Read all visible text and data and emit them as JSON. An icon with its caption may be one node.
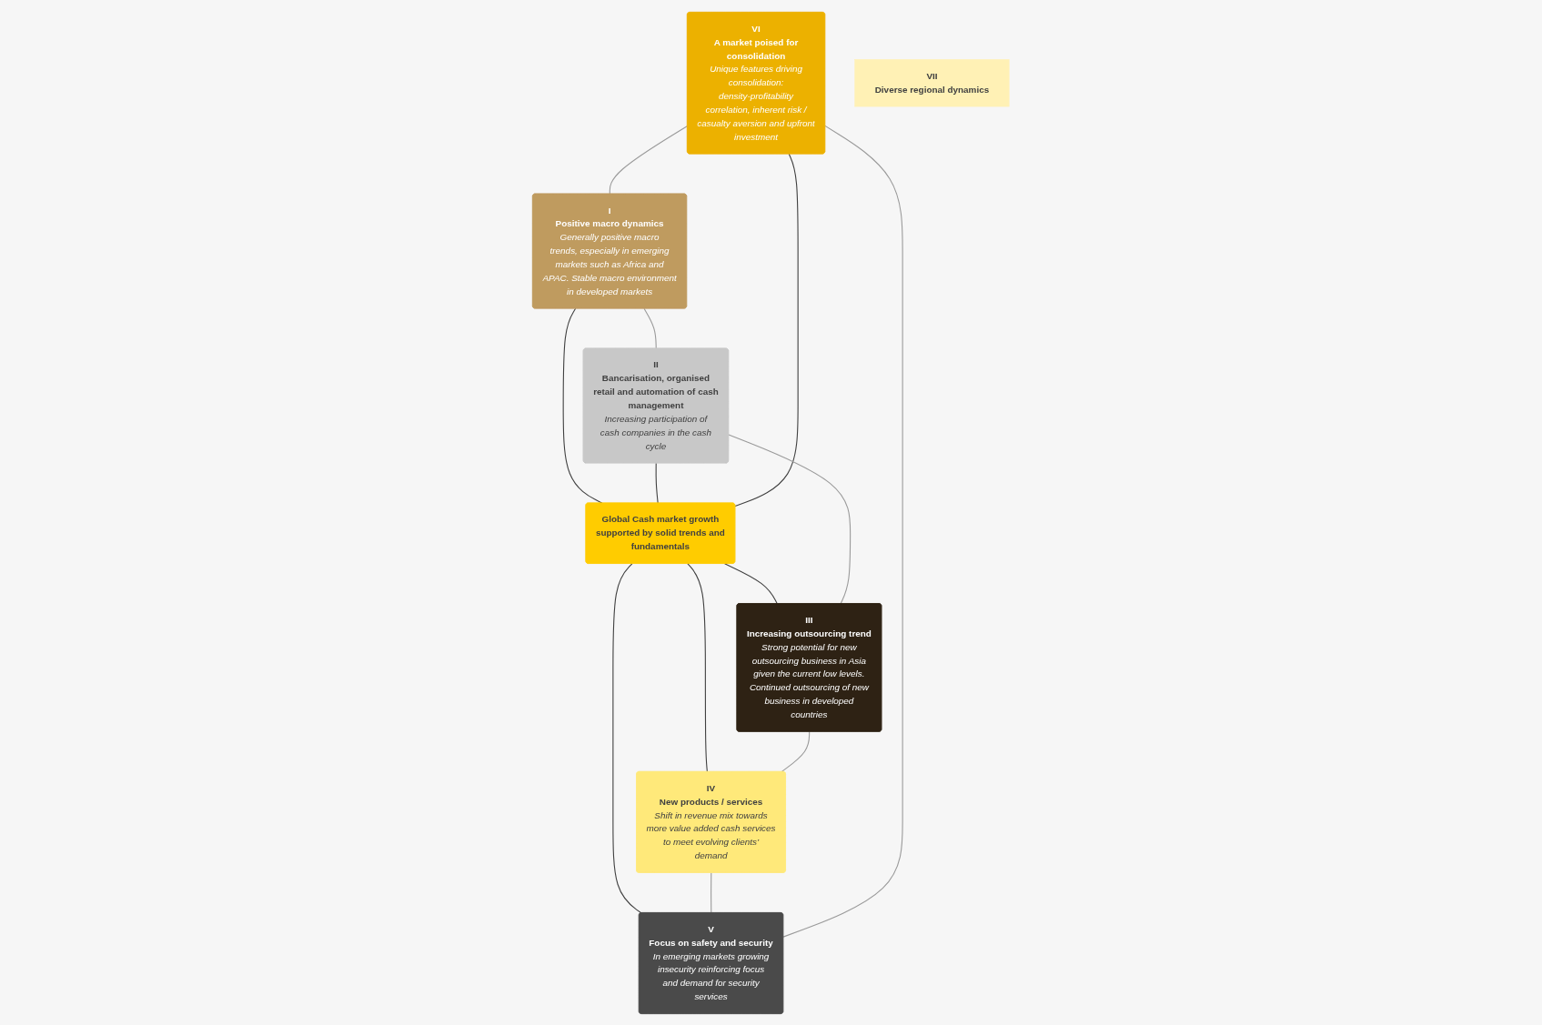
{
  "diagram": {
    "nodes": [
      {
        "text": [
          "Global Cash market growth supported by solid trends and fundamentals"
        ]
      },
      {
        "text": [
          "I",
          "Positive macro dynamics",
          "Generally positive macro trends, especially in emerging markets such as Africa and APAC. Stable macro environment in developed markets"
        ]
      },
      {
        "text": [
          "II",
          "Bancarisation, organised retail and automation of cash management",
          "Increasing participation of cash companies in the cash cycle"
        ]
      },
      {
        "text": [
          "III",
          "Increasing outsourcing trend",
          "Strong potential for new outsourcing business in Asia given the current low levels. Continued outsourcing of new business in developed countries"
        ]
      },
      {
        "text": [
          "IV",
          "New products / services",
          "Shift in revenue mix towards more value added cash services to meet evolving clients’ demand"
        ]
      },
      {
        "text": [
          "V",
          "Focus on safety and security",
          "In emerging markets growing insecurity reinforcing focus and demand for security services"
        ]
      },
      {
        "text": [
          "VI",
          "A market poised for consolidation",
          "Unique features driving consolidation: density-profitability correlation, inherent risk / casualty aversion and upfront investment"
        ]
      },
      {
        "text": [
          "VII",
          "Diverse regional dynamics"
        ]
      }
    ],
    "edges": [
      {
        "from": 1,
        "to": 0,
        "arrow": "none"
      },
      {
        "from": 2,
        "to": 0,
        "arrow": "none"
      },
      {
        "from": 0,
        "to": 3,
        "arrow": "none"
      },
      {
        "from": 0,
        "to": 4,
        "arrow": "none"
      },
      {
        "from": 0,
        "to": 5,
        "arrow": "none"
      },
      {
        "from": 6,
        "to": 0,
        "arrow": "none"
      },
      {
        "from": 1,
        "to": 2,
        "arrow": "none",
        "color": "#9a9a9a"
      },
      {
        "from": 2,
        "to": 3,
        "arrow": "none",
        "color": "#9a9a9a"
      },
      {
        "from": 3,
        "to": 4,
        "arrow": "none",
        "color": "#9a9a9a"
      },
      {
        "from": 4,
        "to": 5,
        "arrow": "none",
        "color": "#9a9a9a"
      },
      {
        "from": 6,
        "to": 5,
        "arrow": "none",
        "color": "#9a9a9a"
      },
      {
        "from": 6,
        "to": 1,
        "arrow": "none",
        "color": "#9a9a9a"
      }
    ]
  }
}
